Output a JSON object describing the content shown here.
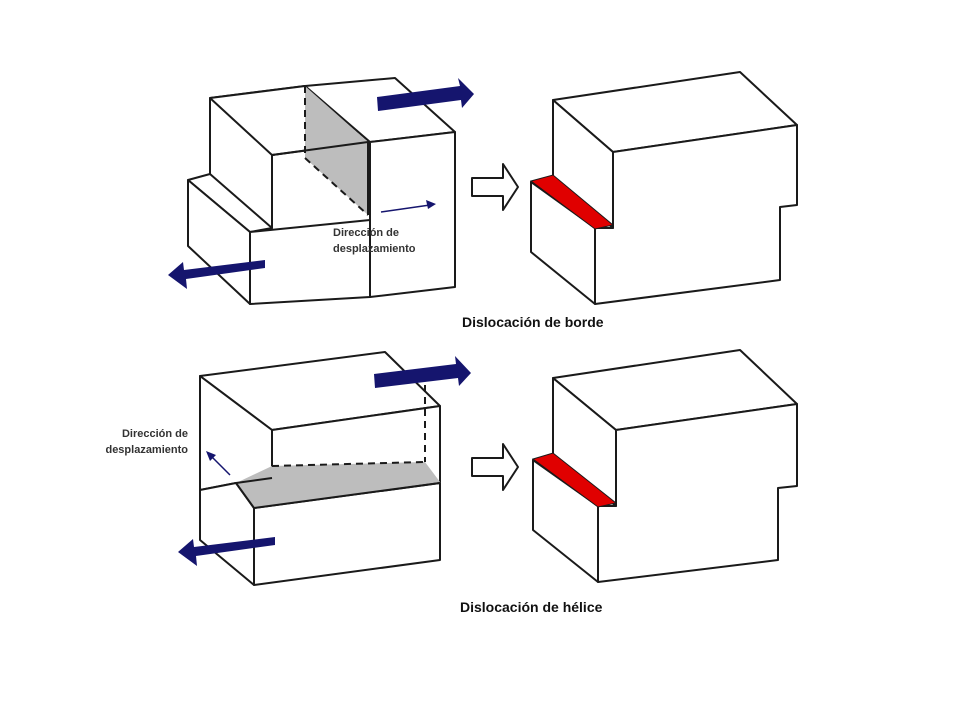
{
  "colors": {
    "force_arrow": "#15156e",
    "dislocation": "#e00000",
    "slip_plane": "#bdbdbd",
    "outline": "#1a1a1a"
  },
  "edge": {
    "caption": "Dislocación de borde",
    "direction_label": [
      "Dirección de",
      "desplazamiento"
    ]
  },
  "screw": {
    "caption": "Dislocación de hélice",
    "direction_label": [
      "Dirección de",
      "desplazamiento"
    ]
  },
  "icons": {
    "transition": "hollow-right-arrow",
    "force": "navy-block-arrow"
  }
}
